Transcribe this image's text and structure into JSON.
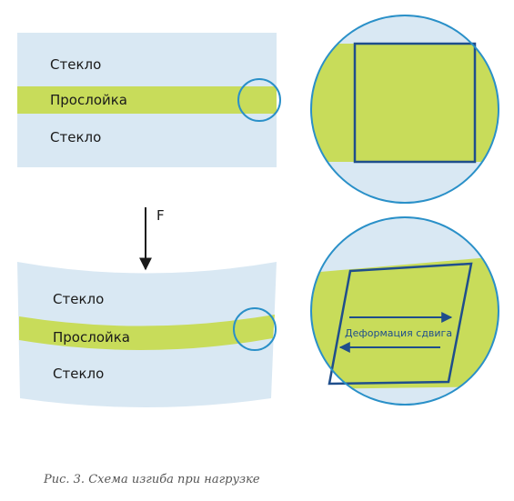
{
  "top_panel": {
    "layer_top": "Стекло",
    "interlayer": "Прослойка",
    "layer_bottom": "Стекло"
  },
  "force": {
    "label": "F"
  },
  "bottom_panel": {
    "layer_top": "Стекло",
    "interlayer": "Прослойка",
    "layer_bottom": "Стекло"
  },
  "detail_bottom": {
    "label": "Деформация сдвига"
  },
  "caption": "Рис. 3. Схема изгиба при нагрузке",
  "colors": {
    "glass": "#d9e8f3",
    "interlayer": "#c8dc5a",
    "circle": "#2a90c8",
    "square": "#1f4e8c",
    "arrow": "#1f4e8c"
  }
}
